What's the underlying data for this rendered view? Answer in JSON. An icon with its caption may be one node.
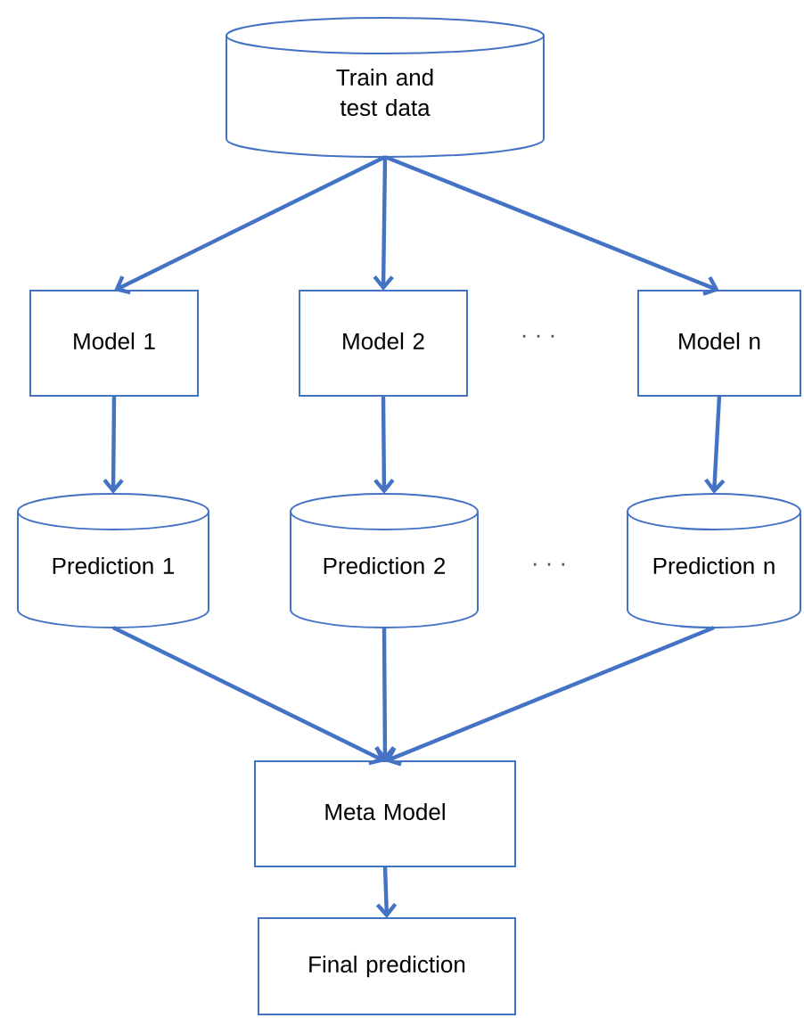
{
  "diagram": {
    "nodes": [
      {
        "text": [
          "Train and test data"
        ]
      },
      {
        "text": [
          "Model 1"
        ]
      },
      {
        "text": [
          "Model 2"
        ]
      },
      {
        "text": [
          "Model n"
        ]
      },
      {
        "text": [
          "Prediction 1"
        ]
      },
      {
        "text": [
          "Prediction 2"
        ]
      },
      {
        "text": [
          "Prediction n"
        ]
      },
      {
        "text": [
          "Meta Model"
        ]
      },
      {
        "text": [
          "Final prediction"
        ]
      }
    ],
    "edges": [
      {
        "from": 0,
        "to": 1,
        "arrow": "to"
      },
      {
        "from": 0,
        "to": 2,
        "arrow": "to"
      },
      {
        "from": 0,
        "to": 3,
        "arrow": "to"
      },
      {
        "from": 1,
        "to": 4,
        "arrow": "to"
      },
      {
        "from": 2,
        "to": 5,
        "arrow": "to"
      },
      {
        "from": 3,
        "to": 6,
        "arrow": "to"
      },
      {
        "from": 4,
        "to": 7,
        "arrow": "to"
      },
      {
        "from": 5,
        "to": 7,
        "arrow": "to"
      },
      {
        "from": 6,
        "to": 7,
        "arrow": "to"
      },
      {
        "from": 7,
        "to": 8,
        "arrow": "to"
      }
    ],
    "labels": [
      "· · ·",
      "· · ·"
    ]
  }
}
